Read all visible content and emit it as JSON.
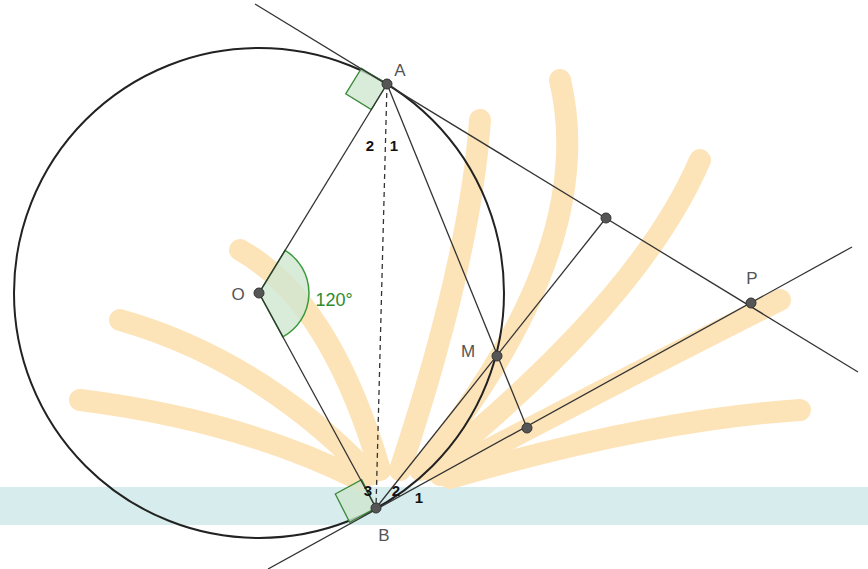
{
  "diagram": {
    "labels": [
      "A",
      "2",
      "1",
      "O",
      "120°",
      "M",
      "P",
      "3",
      "2",
      "1",
      "B"
    ]
  }
}
